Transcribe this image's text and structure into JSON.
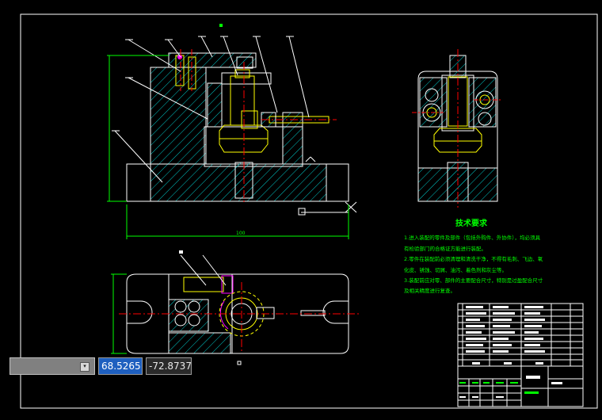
{
  "drawing": {
    "tech_title": "技术要求",
    "tech_lines": [
      "1.进入装配的零件及部件（包括外购件、外协件），均必须具",
      "有检验部门的合格证方能进行装配。",
      "2.零件在装配前必须清理和清洗干净，不得有毛刺、飞边、氧",
      "化皮、锈蚀、切屑、油污、着色剂和灰尘等。",
      "3.装配前应对零、部件的主要配合尺寸，特别是过盈配合尺寸",
      "及相关精度进行复查。"
    ],
    "dim_bottom": "100"
  },
  "coords": {
    "x": "68.5265",
    "y": "-72.8737"
  },
  "colors": {
    "background": "#000000",
    "line": "#ffffff",
    "hatch": "#00c8c8",
    "part": "#ffff00",
    "dimension": "#00ff00",
    "center": "#ff0000",
    "accent": "#ff00ff"
  }
}
